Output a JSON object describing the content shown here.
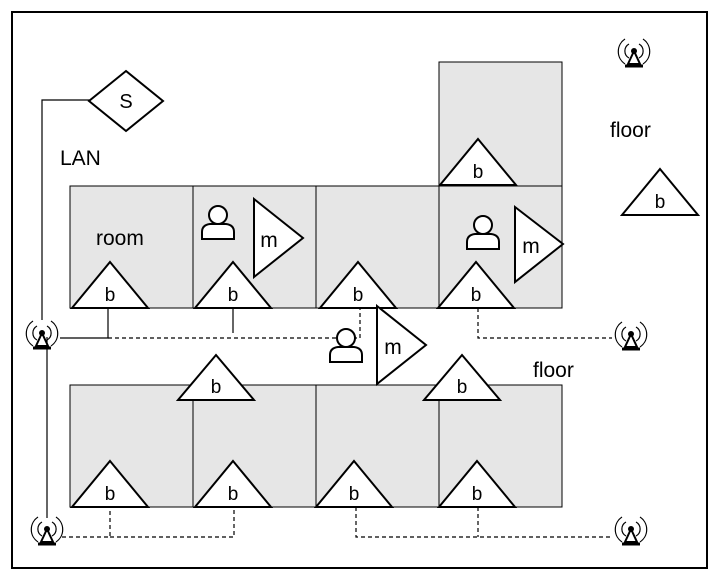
{
  "labels": {
    "server": "S",
    "lan": "LAN",
    "room": "room",
    "floor_top": "floor",
    "floor_mid": "floor",
    "beacon": "b",
    "mobile": "m"
  },
  "colors": {
    "room_fill": "#e6e6e6",
    "stroke": "#000000",
    "background": "#ffffff"
  },
  "icons": [
    "antenna-icon",
    "person-icon",
    "beacon-triangle",
    "mobile-triangle",
    "server-diamond"
  ]
}
